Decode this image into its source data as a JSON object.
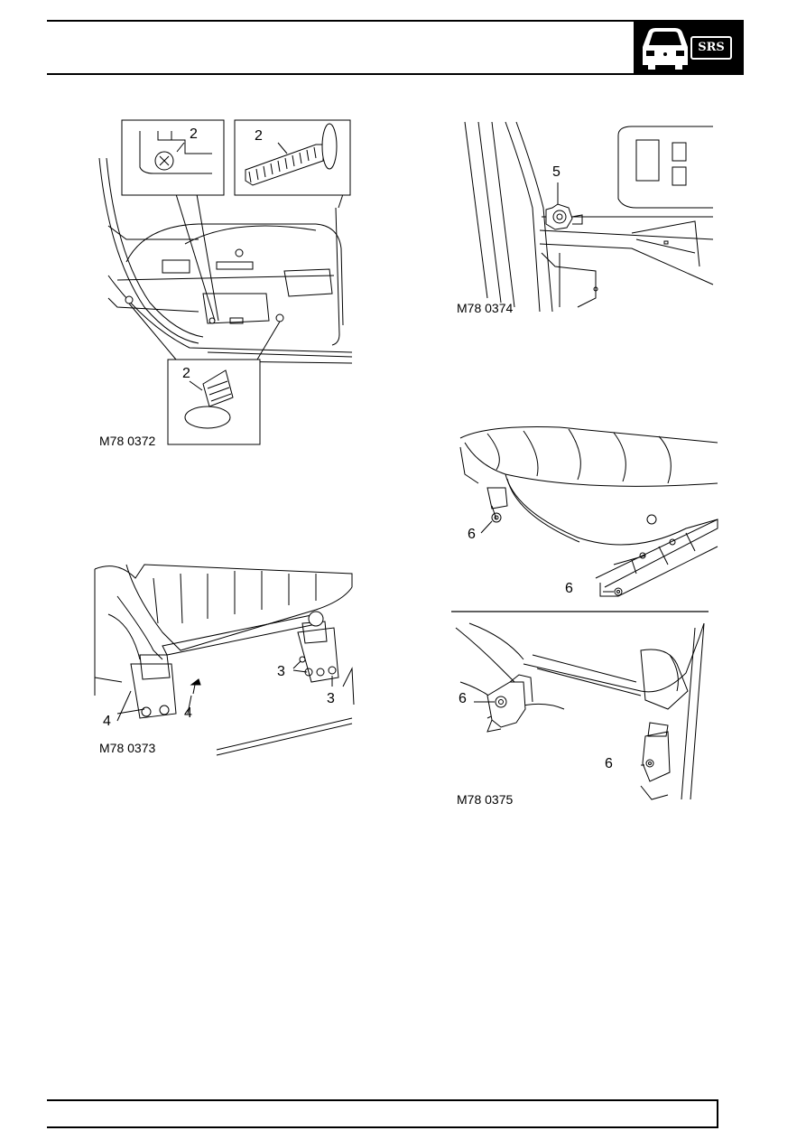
{
  "header": {
    "badge_label": "SRS",
    "badge_icon": "car-front-icon"
  },
  "figures": [
    {
      "id": "M78 0372",
      "callouts": [
        "2",
        "2",
        "2"
      ]
    },
    {
      "id": "M78 0374",
      "callouts": [
        "5"
      ]
    },
    {
      "id": "M78 0373",
      "callouts": [
        "3",
        "3",
        "4",
        "4"
      ]
    },
    {
      "id": "M78 0375",
      "callouts": [
        "6",
        "6",
        "6",
        "6"
      ]
    }
  ]
}
